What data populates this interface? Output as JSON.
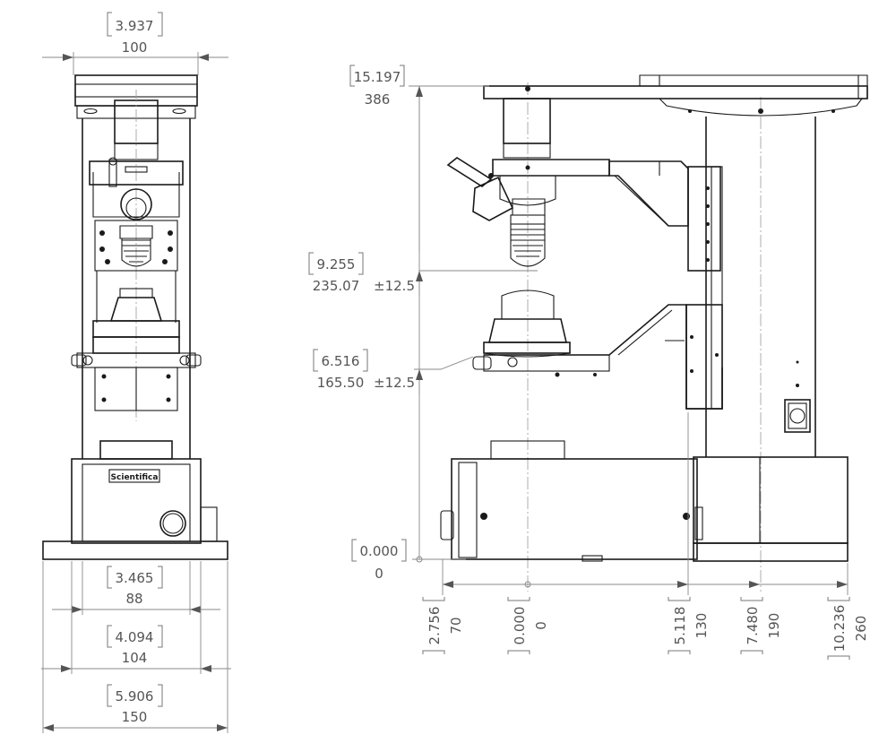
{
  "front_view": {
    "top_width": {
      "inch": "3.937",
      "mm": "100"
    },
    "mid_width": {
      "inch": "3.465",
      "mm": "88"
    },
    "base_width": {
      "inch": "4.094",
      "mm": "104"
    },
    "total_width": {
      "inch": "5.906",
      "mm": "150"
    },
    "brand_label": "Scientifica"
  },
  "side_view": {
    "heights": [
      {
        "inch": "15.197",
        "mm": "386",
        "tol": ""
      },
      {
        "inch": "9.255",
        "mm": "235.07",
        "tol": "±12.5"
      },
      {
        "inch": "6.516",
        "mm": "165.50",
        "tol": "±12.5"
      },
      {
        "inch": "0.000",
        "mm": "0",
        "tol": ""
      }
    ],
    "horizontal": [
      {
        "inch": "2.756",
        "mm": "70"
      },
      {
        "inch": "0.000",
        "mm": "0"
      },
      {
        "inch": "5.118",
        "mm": "130"
      },
      {
        "inch": "7.480",
        "mm": "190"
      },
      {
        "inch": "10.236",
        "mm": "260"
      }
    ]
  },
  "colors": {
    "line": "#1a1a1a",
    "dimension": "#555555"
  }
}
